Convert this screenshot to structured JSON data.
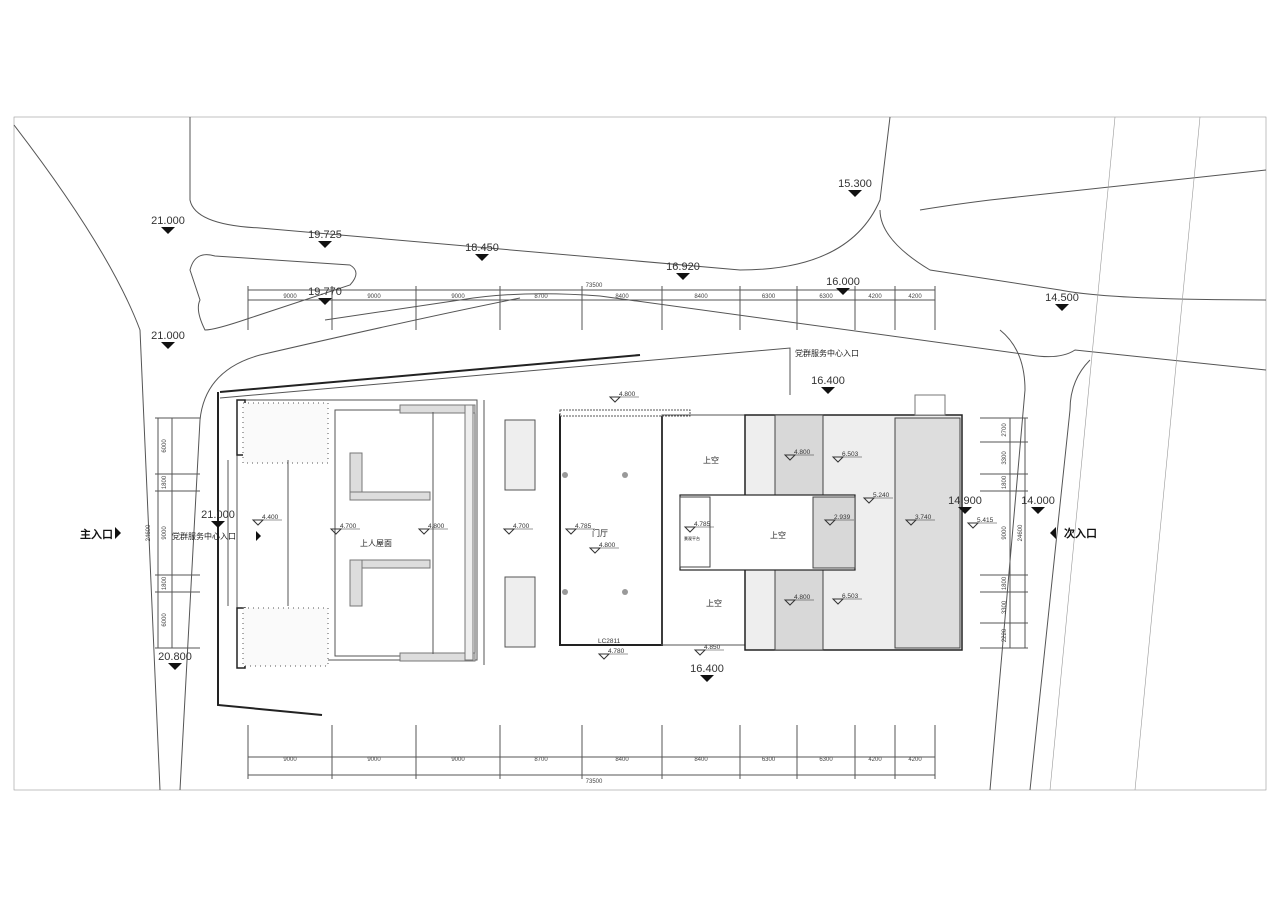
{
  "elevations": [
    "21.000",
    "19.725",
    "18.450",
    "16.920",
    "15.300",
    "16.000",
    "14.500",
    "19.770",
    "21.000",
    "16.400",
    "21.000",
    "20.800",
    "16.400",
    "14.900",
    "14.000"
  ],
  "top_dims": {
    "total": "73500",
    "segments": [
      "9000",
      "9000",
      "9000",
      "8700",
      "8400",
      "8400",
      "6300",
      "6300",
      "4200",
      "4200"
    ]
  },
  "bottom_dims": {
    "total": "73500",
    "segments": [
      "9000",
      "9000",
      "9000",
      "8700",
      "8400",
      "8400",
      "6300",
      "6300",
      "4200",
      "4200"
    ]
  },
  "left_dims": {
    "total": "24600",
    "segments": [
      "6000",
      "1800",
      "9000",
      "1800",
      "6000"
    ]
  },
  "right_dims": {
    "total": "24600",
    "segments": [
      "2700",
      "3300",
      "1800",
      "9000",
      "1800",
      "3300",
      "2220"
    ]
  },
  "entrances": {
    "main": "主入口",
    "secondary": "次入口",
    "service_left": "党群服务中心入口",
    "service_top": "党群服务中心入口"
  },
  "rooms": {
    "roof": "上人屋面",
    "lobby": "门厅",
    "void1": "上空",
    "void2": "上空",
    "void3": "上空",
    "platform": "景观平台",
    "door_tag": "LC2811"
  },
  "levels": [
    "4.400",
    "4.700",
    "4.800",
    "4.700",
    "4.785",
    "4.800",
    "4.785",
    "4.800",
    "6.503",
    "5.240",
    "2.939",
    "3.740",
    "5.415",
    "4.800",
    "6.503",
    "4.800",
    "4.780",
    "4.850"
  ]
}
